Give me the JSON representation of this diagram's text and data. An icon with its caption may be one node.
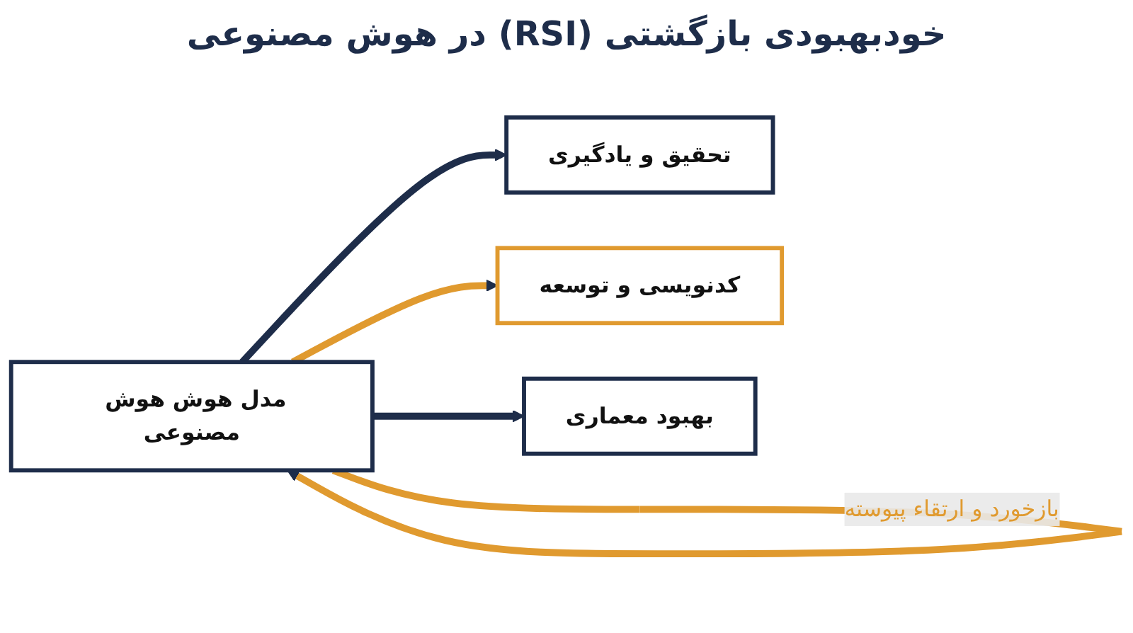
{
  "diagram": {
    "title": "خودبهبودی بازگشتی (RSI) در هوش مصنوعی",
    "nodes": [
      {
        "text": [
          "مدل هوش هوش مصنوعی"
        ]
      },
      {
        "text": [
          "تحقیق و یادگیری"
        ]
      },
      {
        "text": [
          "کدنویسی و توسعه"
        ]
      },
      {
        "text": [
          "بهبود معماری"
        ]
      }
    ],
    "edges": [
      {
        "from": 0,
        "to": 1,
        "arrow": "to"
      },
      {
        "from": 0,
        "to": 2,
        "arrow": "to",
        "color": "#e09a2f"
      },
      {
        "from": 0,
        "to": 3,
        "arrow": "to"
      },
      {
        "from": 0,
        "to": 0,
        "arrow": "to",
        "label": "بازخورد و ارتقاء پیوسته",
        "color": "#e09a2f"
      }
    ]
  }
}
